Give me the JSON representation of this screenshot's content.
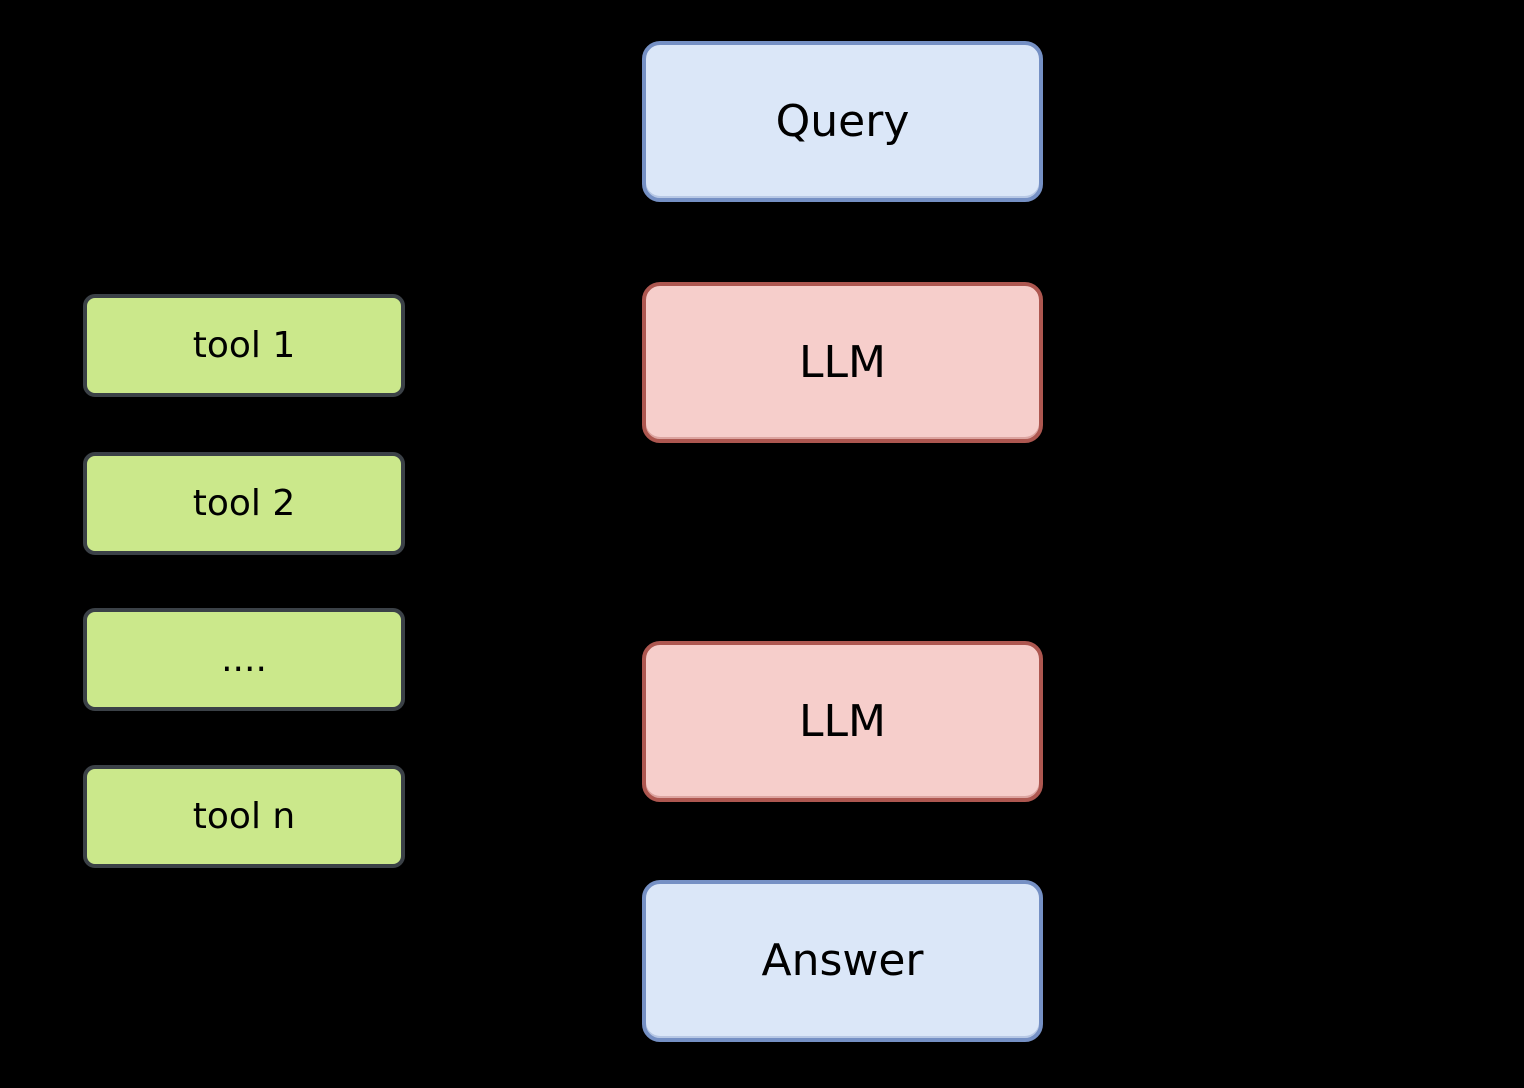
{
  "diagram": {
    "background_color": "#000000",
    "text_color": "#000000",
    "center_nodes": [
      {
        "id": "query",
        "label": "Query",
        "fill": "#dbe7f8",
        "border": "#7590c4"
      },
      {
        "id": "llm-top",
        "label": "LLM",
        "fill": "#f6cecb",
        "border": "#ad5750"
      },
      {
        "id": "llm-bottom",
        "label": "LLM",
        "fill": "#f6cecb",
        "border": "#ad5750"
      },
      {
        "id": "answer",
        "label": "Answer",
        "fill": "#dbe7f8",
        "border": "#7590c4"
      }
    ],
    "tool_nodes": [
      {
        "id": "tool-1",
        "label": "tool 1"
      },
      {
        "id": "tool-2",
        "label": "tool 2"
      },
      {
        "id": "tool-ellipsis",
        "label": "...."
      },
      {
        "id": "tool-n",
        "label": "tool n"
      }
    ],
    "tool_style": {
      "fill": "#cbe88b",
      "border": "#3b4147"
    }
  }
}
